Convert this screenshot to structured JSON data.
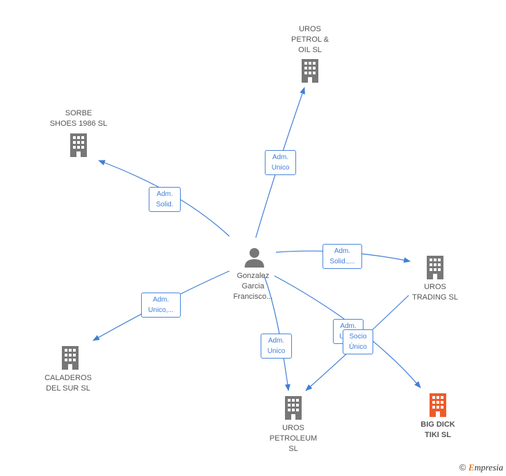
{
  "person": {
    "name": "Gonzalez\nGarcia\nFrancisco..."
  },
  "companies": [
    {
      "id": "uros-petrol-oil",
      "name": "UROS\nPETROL &\nOIL  SL",
      "highlight": false
    },
    {
      "id": "sorbe-shoes",
      "name": "SORBE\nSHOES 1986 SL",
      "highlight": false
    },
    {
      "id": "uros-trading",
      "name": "UROS\nTRADING  SL",
      "highlight": false
    },
    {
      "id": "caladeros",
      "name": "CALADEROS\nDEL SUR  SL",
      "highlight": false
    },
    {
      "id": "uros-petroleum",
      "name": "UROS\nPETROLEUM\nSL",
      "highlight": false
    },
    {
      "id": "big-dick-tiki",
      "name": "BIG DICK\nTIKI  SL",
      "highlight": true
    }
  ],
  "edge_labels": {
    "petrol_oil": "Adm.\nUnico",
    "sorbe": "Adm.\nSolid.",
    "trading": "Adm.\nSolid.,...",
    "caladeros": "Adm.\nUnico,...",
    "petroleum": "Adm.\nUnico",
    "tiki": "Adm.\nUnico",
    "trading_petroleum": "Socio\nÚnico"
  },
  "colors": {
    "edge": "#3f7fd6",
    "building": "#777777",
    "building_highlight": "#f05a28",
    "person": "#777777"
  },
  "footer": {
    "copyright": "©",
    "brand_e": "E",
    "brand_rest": "mpresia"
  }
}
